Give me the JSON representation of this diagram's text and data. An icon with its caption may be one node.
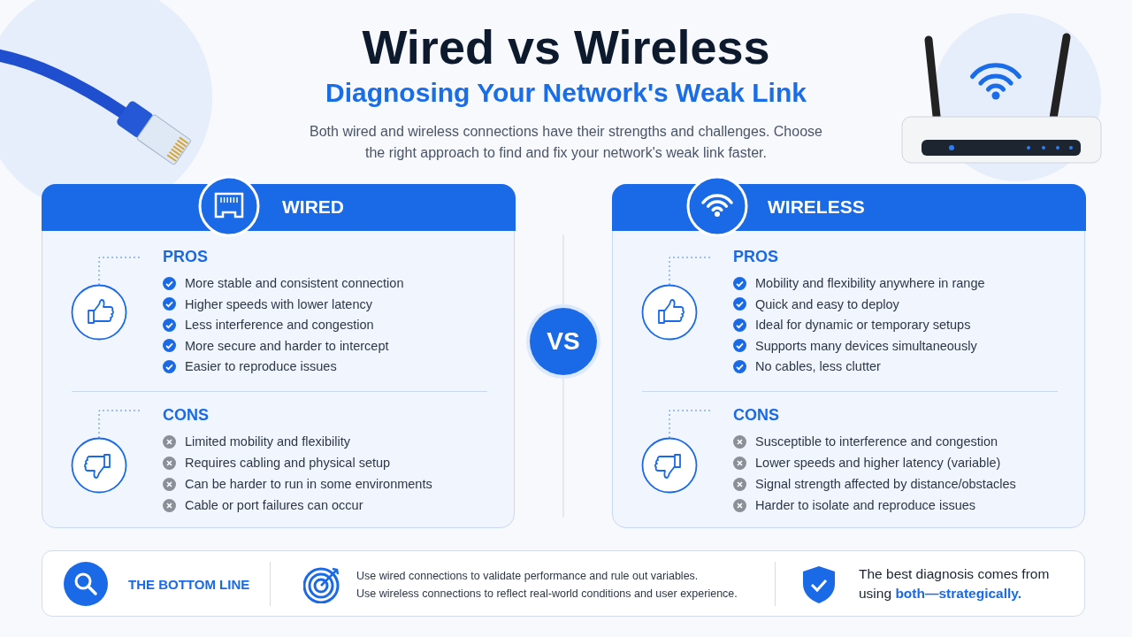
{
  "diagram": {
    "title": "Wired vs Wireless",
    "nodes": [
      {
        "text": [
          "WIRED"
        ]
      },
      {
        "text": [
          "PROS",
          "More stable and consistent connection",
          "Higher speeds with lower latency",
          "Less interference and congestion",
          "More secure and harder to intercept",
          "Easier to reproduce issues"
        ],
        "in": 0
      },
      {
        "text": [
          "CONS",
          "Limited mobility and flexibility",
          "Requires cabling and physical setup",
          "Can be harder to run in some environments",
          "Cable or port failures can occur"
        ],
        "in": 0
      },
      {
        "text": [
          "VS"
        ]
      },
      {
        "text": [
          "WIRELESS"
        ]
      },
      {
        "text": [
          "PROS",
          "Mobility and flexibility anywhere in range",
          "Quick and easy to deploy",
          "Ideal for dynamic or temporary setups",
          "Supports many devices simultaneously",
          "No cables, less clutter"
        ],
        "in": 4
      },
      {
        "text": [
          "CONS",
          "Susceptible to interference and congestion",
          "Lower speeds and higher latency (variable)",
          "Signal strength affected by distance/obstacles",
          "Harder to isolate and reproduce issues"
        ],
        "in": 4
      },
      {
        "text": [
          "THE BOTTOM LINE",
          "Use wired connections to validate performance and rule out variables.",
          "Use wireless connections to reflect real-world conditions and user experience.",
          "The best diagnosis comes from using **both—strategically.**"
        ]
      }
    ],
    "labels": [
      "Diagnosing Your Network's Weak Link",
      "Both wired and wireless connections have their strengths and challenges. Choose the right approach to find and fix your network's weak link faster."
    ]
  }
}
